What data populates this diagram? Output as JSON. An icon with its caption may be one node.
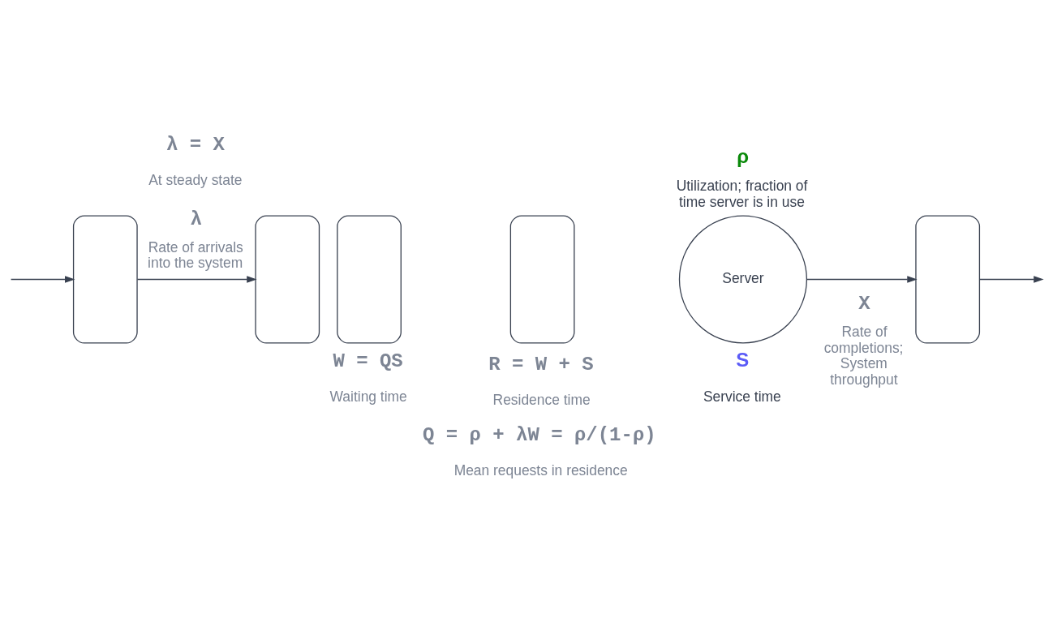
{
  "diagram": {
    "nodes": [
      {
        "text": [],
        "shape": "box"
      },
      {
        "text": [],
        "shape": "box"
      },
      {
        "text": [],
        "shape": "box"
      },
      {
        "text": [],
        "shape": "box"
      },
      {
        "text": [
          "Server"
        ],
        "beside": [
          "ρ",
          "Utilization; fraction of time server is in use"
        ]
      },
      {
        "text": [],
        "shape": "box"
      }
    ],
    "edges": [
      {
        "from": null,
        "to": 0,
        "arrow": "to"
      },
      {
        "from": 0,
        "to": 1,
        "arrow": "to"
      },
      {
        "from": 4,
        "to": 5,
        "arrow": "to"
      },
      {
        "from": 5,
        "to": null,
        "arrow": "to"
      }
    ],
    "labels": [
      "λ = X",
      "At steady state",
      "λ",
      "Rate of arrivals into the system",
      "X",
      "Rate of completions; System throughput",
      "W = QS",
      "Waiting time",
      "S",
      "Service time",
      "R = W + S",
      "Residence time",
      "Q = ρ + λW = ρ/(1-ρ)",
      "Mean requests in residence"
    ]
  }
}
